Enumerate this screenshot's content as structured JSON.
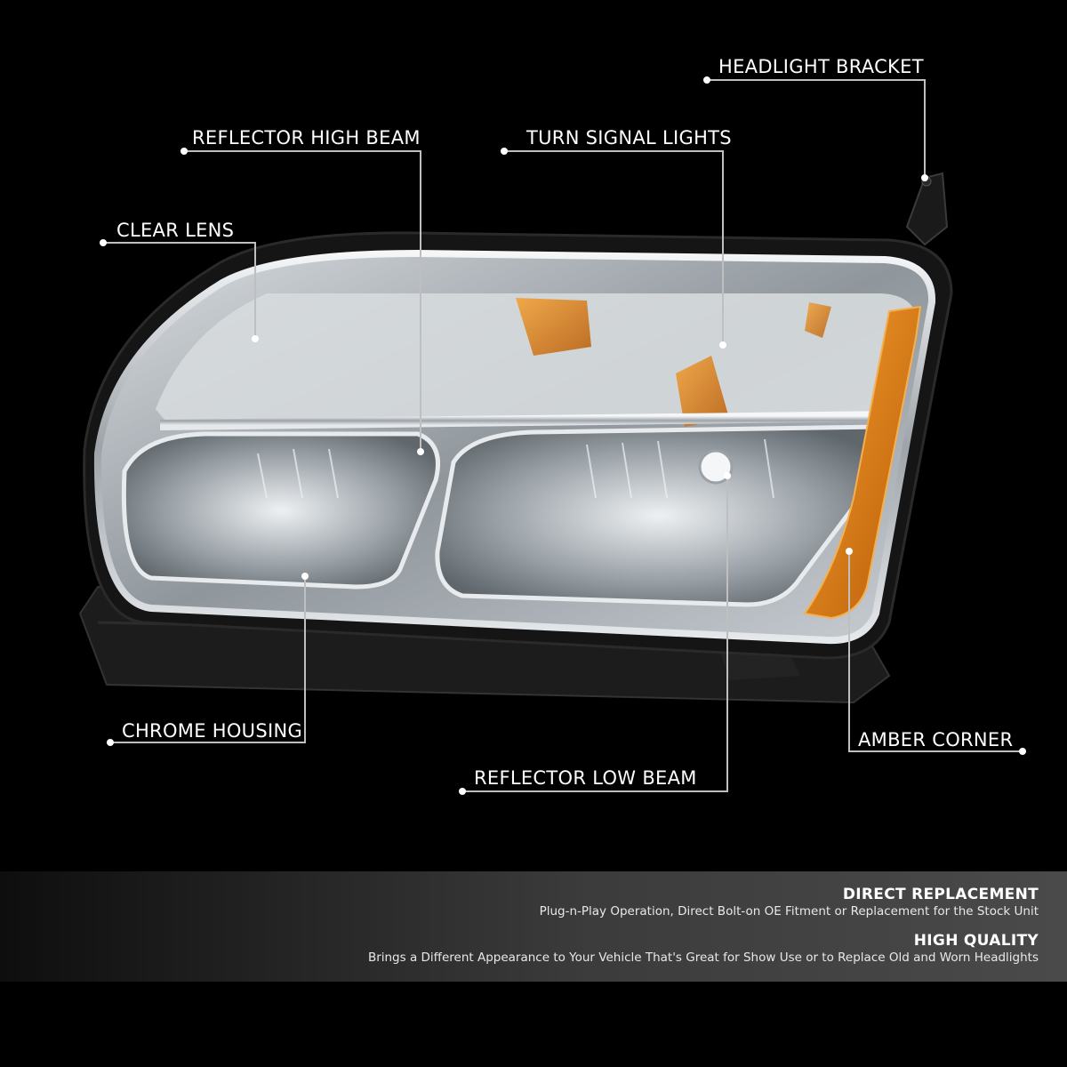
{
  "callouts": {
    "headlight_bracket": "HEADLIGHT BRACKET",
    "reflector_high_beam": "REFLECTOR HIGH BEAM",
    "turn_signal_lights": "TURN SIGNAL LIGHTS",
    "clear_lens": "CLEAR LENS",
    "chrome_housing": "CHROME HOUSING",
    "amber_corner": "AMBER CORNER",
    "reflector_low_beam": "REFLECTOR LOW BEAM"
  },
  "features": [
    {
      "title": "DIRECT REPLACEMENT",
      "description": "Plug-n-Play Operation, Direct Bolt-on OE Fitment or Replacement for the Stock Unit"
    },
    {
      "title": "HIGH QUALITY",
      "description": "Brings a Different Appearance to Your Vehicle That's Great for Show Use or to Replace Old and Worn Headlights"
    }
  ],
  "colors": {
    "background": "#000000",
    "amber": "#e07a10",
    "chrome": "#c8ccd0",
    "callout_line": "#bfbfbf"
  }
}
